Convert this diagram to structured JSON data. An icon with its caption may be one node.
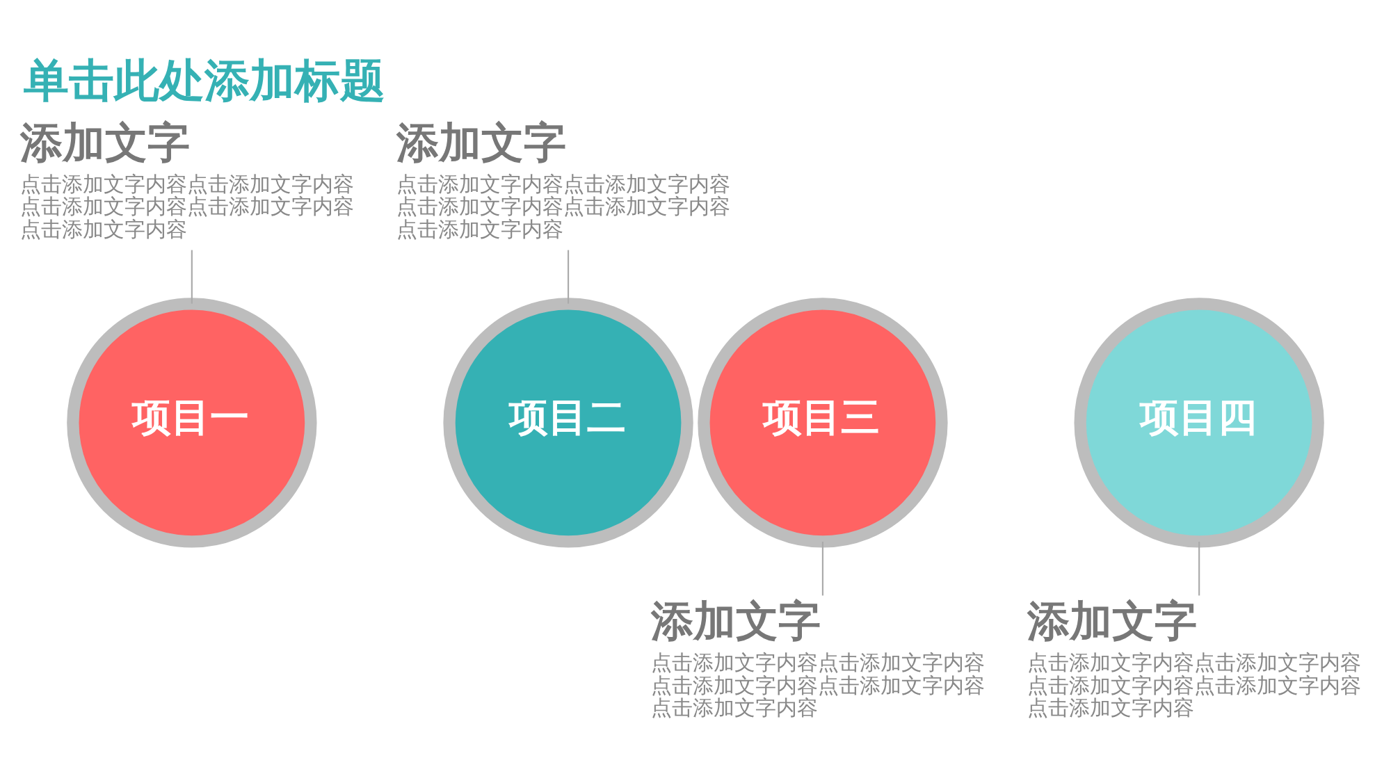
{
  "diagram": {
    "title": "单击此处添加标题",
    "nodes": [
      {
        "text": [
          "添加文字",
          "点击添加文字内容点击添加文字内容点击添加文字内容点击添加文字内容点击添加文字内容"
        ]
      },
      {
        "text": [
          "添加文字",
          "点击添加文字内容点击添加文字内容点击添加文字内容点击添加文字内容点击添加文字内容"
        ]
      },
      {
        "text": [
          "项目一"
        ]
      },
      {
        "text": [
          "项目二"
        ]
      },
      {
        "text": [
          "项目三"
        ]
      },
      {
        "text": [
          "项目四"
        ]
      },
      {
        "text": [
          "添加文字",
          "点击添加文字内容点击添加文字内容点击添加文字内容点击添加文字内容点击添加文字内容"
        ]
      },
      {
        "text": [
          "添加文字",
          "点击添加文字内容点击添加文字内容点击添加文字内容点击添加文字内容点击添加文字内容"
        ]
      }
    ],
    "edges": [
      {
        "from": 0,
        "to": 2,
        "arrow": "none"
      },
      {
        "from": 1,
        "to": 3,
        "arrow": "none"
      },
      {
        "from": 4,
        "to": 6,
        "arrow": "none"
      },
      {
        "from": 5,
        "to": 7,
        "arrow": "none"
      }
    ]
  }
}
